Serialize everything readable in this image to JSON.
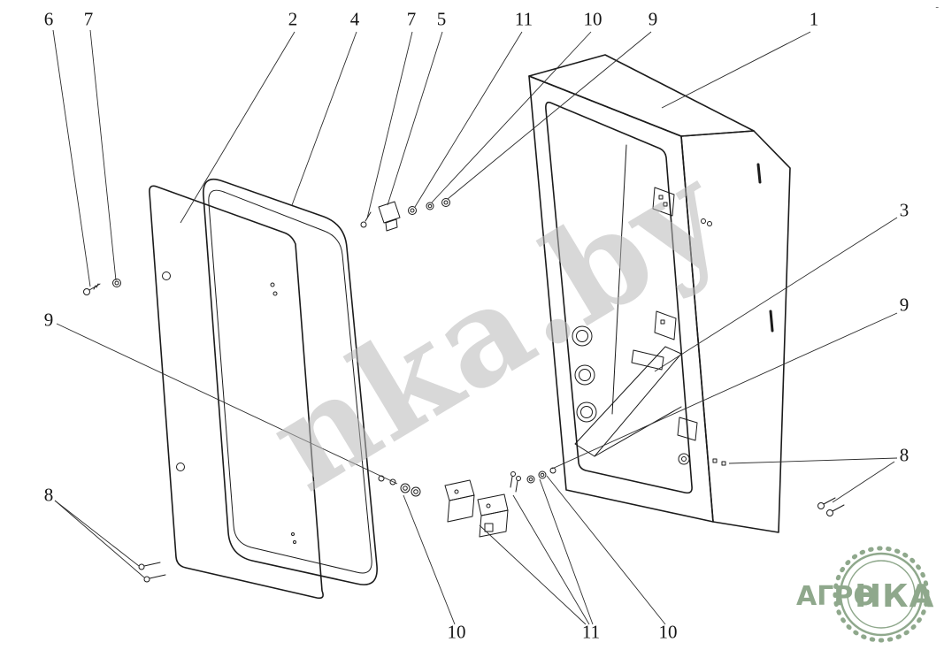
{
  "page": {
    "corner_mark": "-"
  },
  "watermark": {
    "text": "nka.by",
    "color": "#b9b9b9"
  },
  "logo": {
    "left": "АГРО",
    "right": "НКА",
    "color": "#8fa88c"
  },
  "colors": {
    "line": "#1b1b1b",
    "watermark_gray": "#b9b9b9",
    "logo_green": "#8fa88c"
  },
  "callouts": [
    {
      "label": "6"
    },
    {
      "label": "7"
    },
    {
      "label": "2"
    },
    {
      "label": "4"
    },
    {
      "label": "7"
    },
    {
      "label": "5"
    },
    {
      "label": "11"
    },
    {
      "label": "10"
    },
    {
      "label": "9"
    },
    {
      "label": "1"
    },
    {
      "label": "3"
    },
    {
      "label": "9"
    },
    {
      "label": "8"
    },
    {
      "label": "9"
    },
    {
      "label": "8"
    },
    {
      "label": "10"
    },
    {
      "label": "11"
    },
    {
      "label": "10"
    }
  ]
}
